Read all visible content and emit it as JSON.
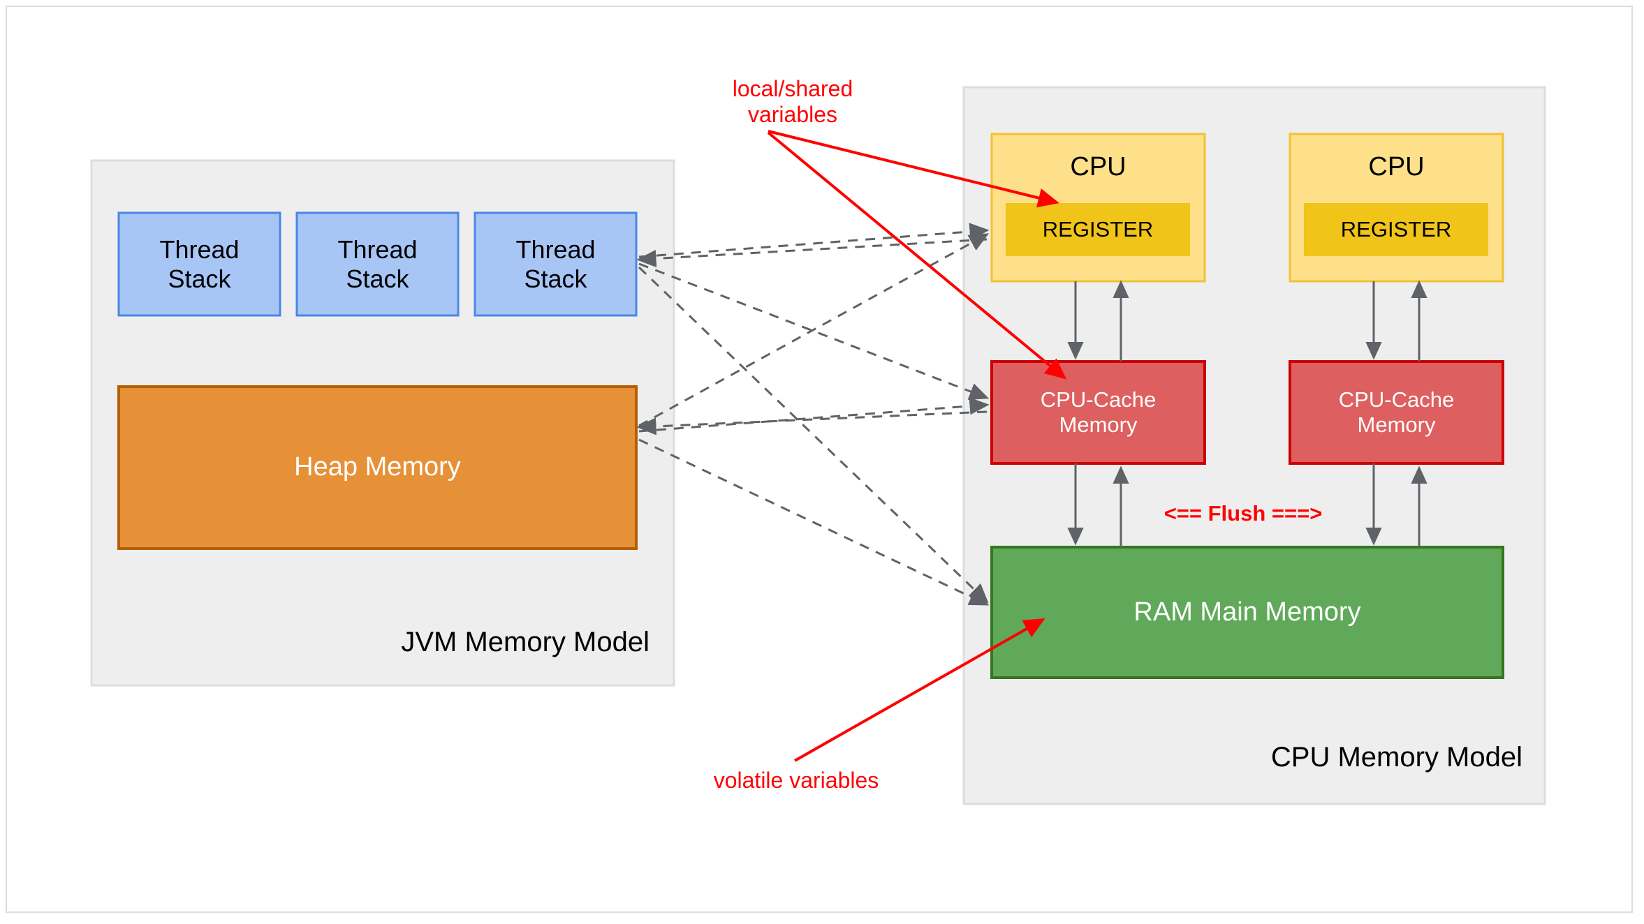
{
  "diagram": {
    "title_alt": "JVM Memory Model and CPU Memory Model",
    "panels": [
      {
        "id": "jvm-panel",
        "label": "JVM Memory Model",
        "fill": "#eeeeee",
        "stroke": "#dddddd"
      },
      {
        "id": "cpu-panel",
        "label": "CPU Memory Model",
        "fill": "#eeeeee",
        "stroke": "#dddddd"
      }
    ],
    "thread_stacks": [
      {
        "line1": "Thread",
        "line2": "Stack"
      },
      {
        "line1": "Thread",
        "line2": "Stack"
      },
      {
        "line1": "Thread",
        "line2": "Stack"
      }
    ],
    "heap": {
      "label": "Heap Memory"
    },
    "cpus": [
      {
        "label": "CPU",
        "register_label": "REGISTER",
        "cache_line1": "CPU-Cache",
        "cache_line2": "Memory"
      },
      {
        "label": "CPU",
        "register_label": "REGISTER",
        "cache_line1": "CPU-Cache",
        "cache_line2": "Memory"
      }
    ],
    "ram": {
      "label": "RAM Main Memory"
    },
    "annotations": {
      "local_shared_line1": "local/shared",
      "local_shared_line2": "variables",
      "volatile": "volatile variables",
      "flush": "<== Flush ===>"
    },
    "colors": {
      "panel_fill": "#eeeeee",
      "panel_stroke": "#dddddd",
      "thread_fill": "#a8c6f5",
      "thread_stroke": "#4a86e8",
      "heap_fill": "#e69138",
      "heap_stroke": "#b45f06",
      "cpu_fill": "#ffe08a",
      "cpu_stroke": "#f1c232",
      "register_fill": "#f0c419",
      "cache_fill": "#de5f5f",
      "cache_stroke": "#cc0000",
      "ram_fill": "#60a95b",
      "ram_stroke": "#38761d",
      "annotation_red": "#ff0000",
      "connector_gray": "#5f6368",
      "text_dark": "#000000",
      "text_light": "#ffffff"
    }
  }
}
